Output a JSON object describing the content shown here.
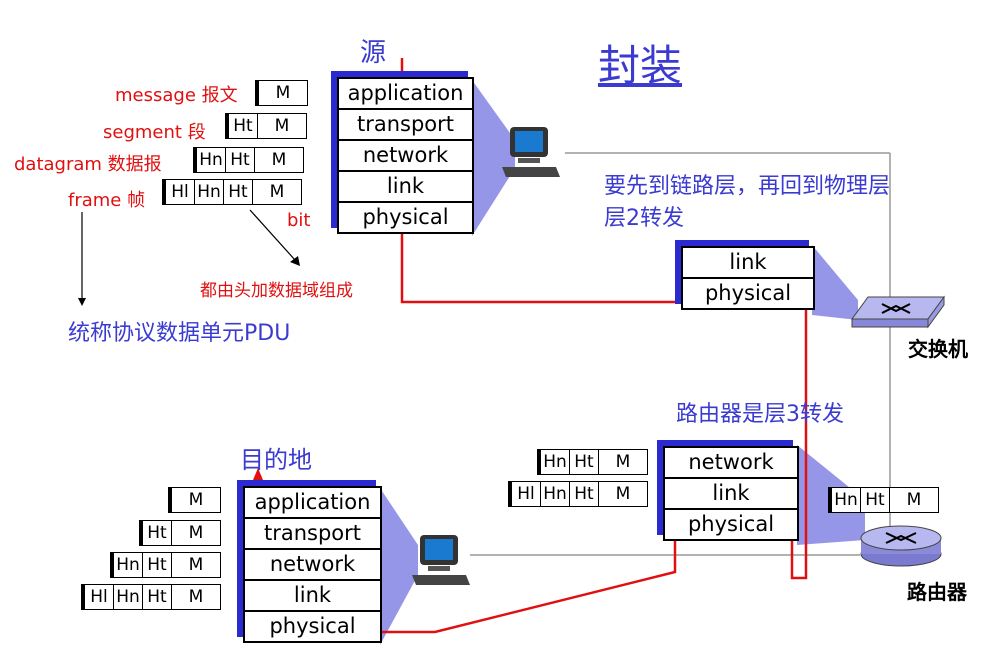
{
  "title": "封装",
  "source_label": "源",
  "dest_label": "目的地",
  "layers": {
    "application": "application",
    "transport": "transport",
    "network": "network",
    "link": "link",
    "physical": "physical"
  },
  "pdu": {
    "message": "message",
    "message_cn": "报文",
    "segment": "segment",
    "segment_cn": "段",
    "datagram": "datagram",
    "datagram_cn": "数据报",
    "frame": "frame",
    "frame_cn": "帧",
    "bit": "bit",
    "note": "都由头加数据域组成",
    "summary": "统称协议数据单元PDU"
  },
  "headers": {
    "M": "M",
    "Ht": "Ht",
    "Hn": "Hn",
    "Hl": "Hl"
  },
  "switch": {
    "note_line1": "要先到链路层，再回到物理层",
    "note_line2": "层2转发",
    "label": "交换机"
  },
  "router": {
    "note": "路由器是层3转发",
    "label": "路由器"
  },
  "colors": {
    "accent_blue": "#3b3bd1",
    "path_red": "#e01010",
    "shadow_blue": "#2a2ad0"
  }
}
